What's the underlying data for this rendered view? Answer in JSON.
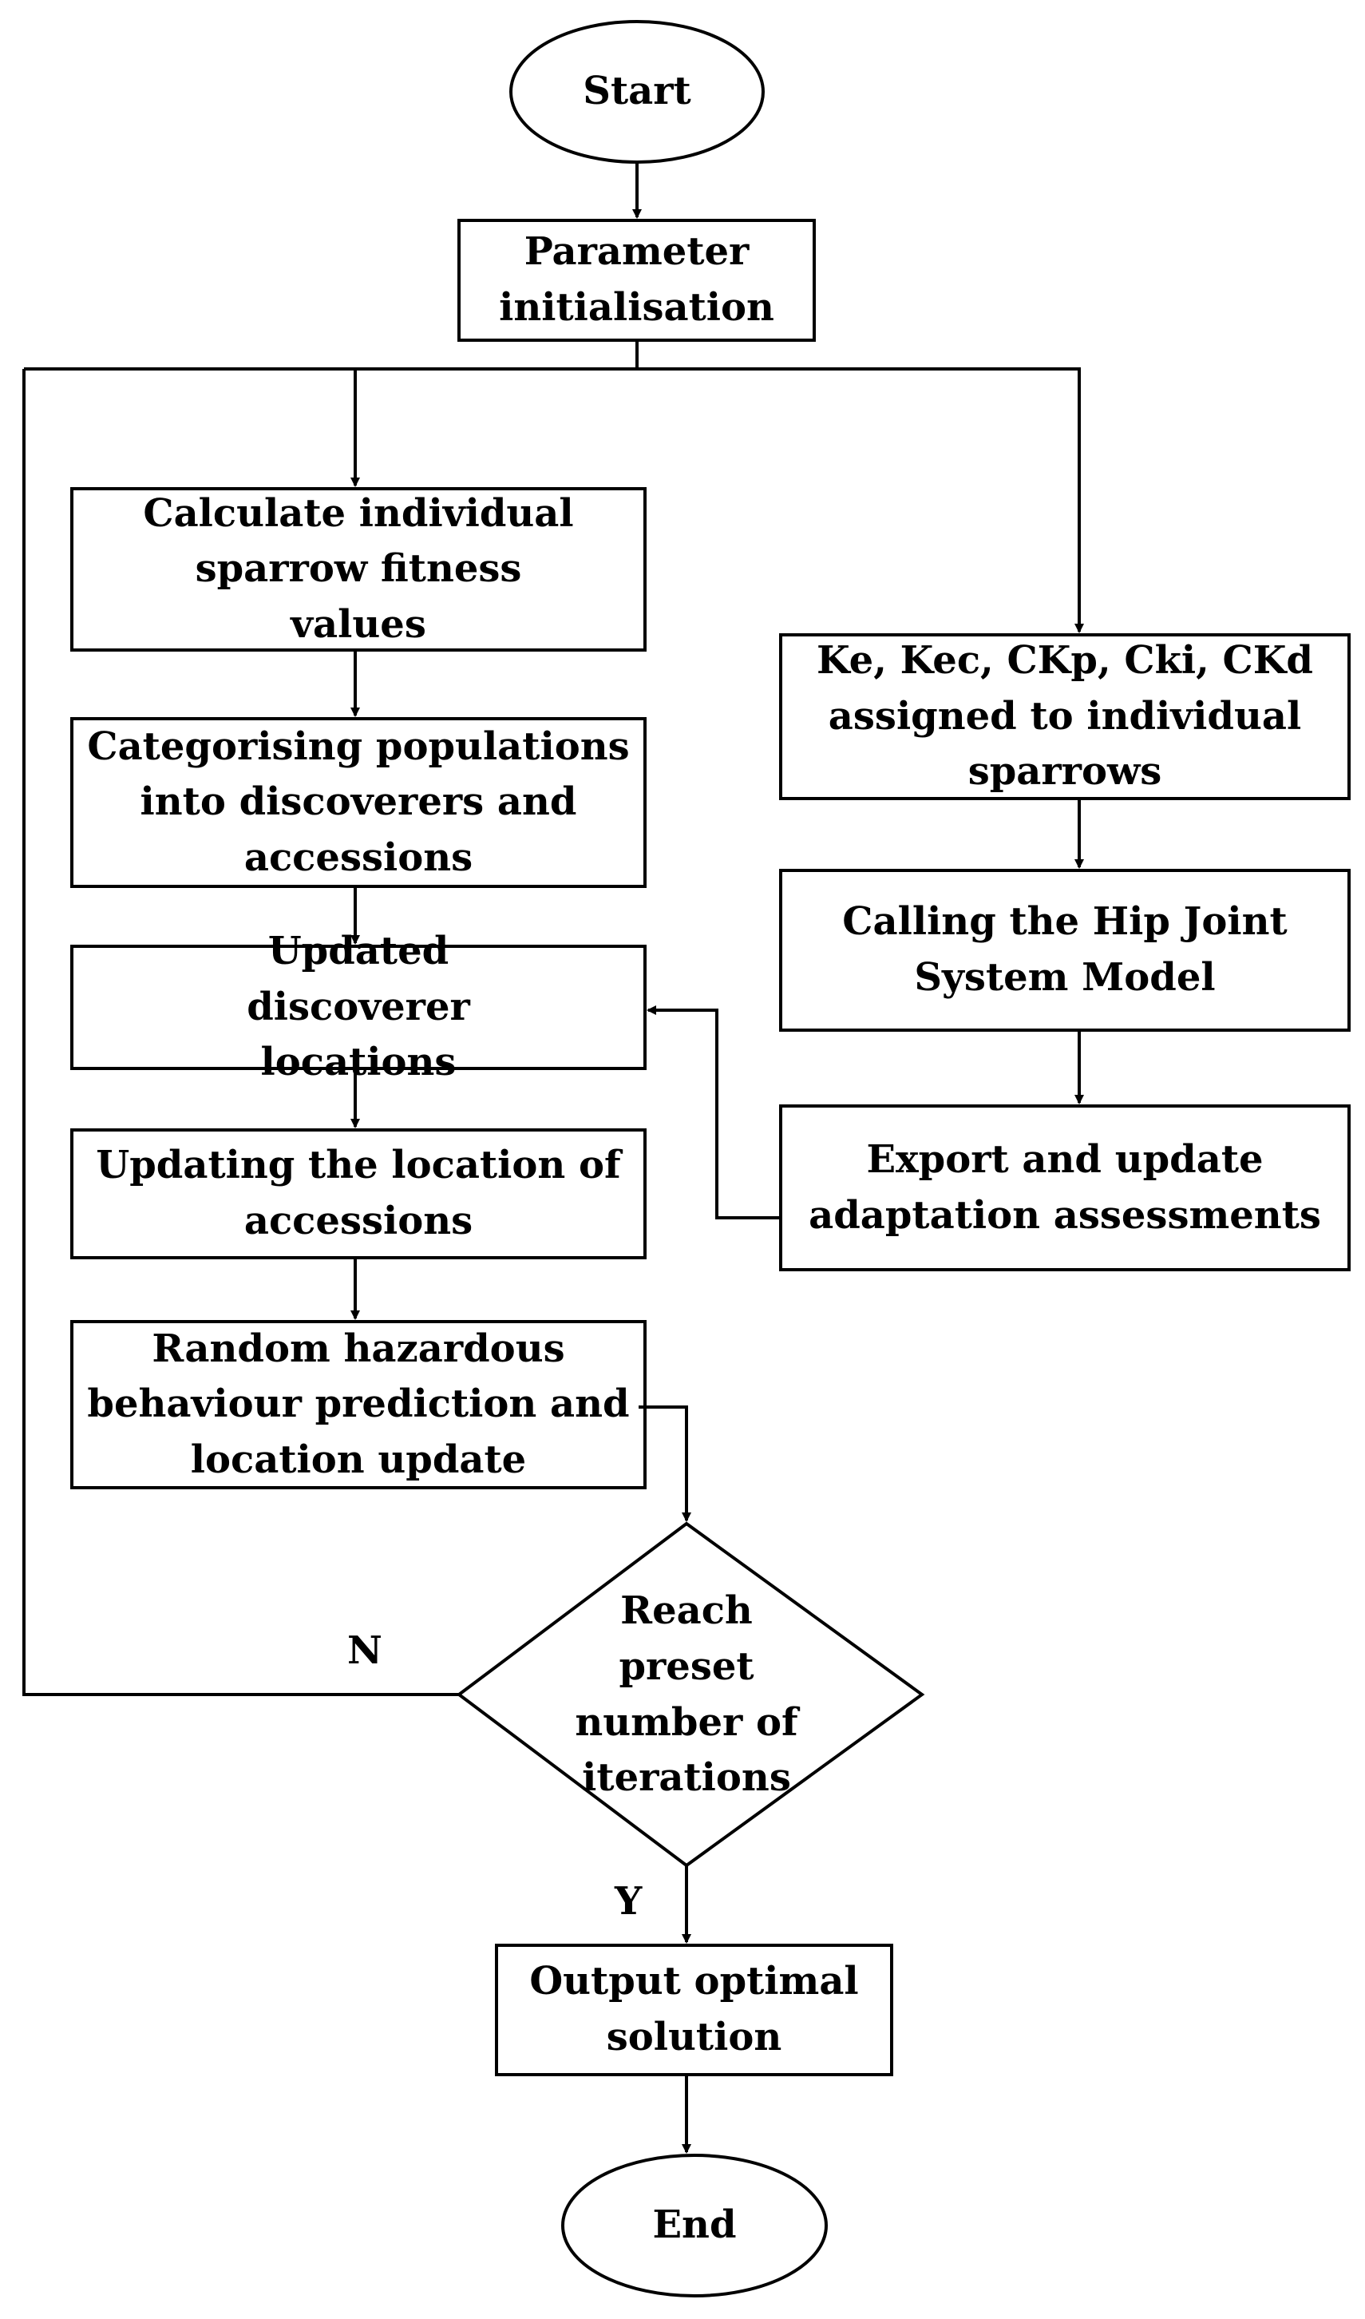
{
  "nodes": {
    "start": "Start",
    "param_init": "Parameter initialisation",
    "calc_fitness": "Calculate individual sparrow fitness values",
    "categorise": "Categorising populations into discoverers and accessions",
    "update_discoverer": "Updated discoverer locations",
    "update_accessions": "Updating the location of accessions",
    "random_hazard": "Random hazardous behaviour prediction and location update",
    "assign_params": "Ke, Kec, CKp, Cki, CKd assigned to individual sparrows",
    "call_model": "Calling the Hip Joint System Model",
    "export_update": "Export and update adaptation assessments",
    "decision": "Reach preset number of iterations",
    "output": "Output optimal solution",
    "end": "End"
  },
  "edge_labels": {
    "no": "N",
    "yes": "Y"
  }
}
